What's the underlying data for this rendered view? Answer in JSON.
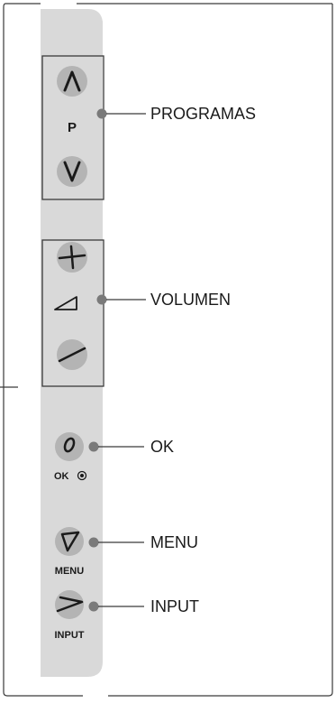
{
  "callouts": {
    "programas": "PROGRAMAS",
    "volumen": "VOLUMEN",
    "ok": "OK",
    "menu": "MENU",
    "input": "INPUT"
  },
  "panel_labels": {
    "program": "P",
    "ok_caption": "OK",
    "menu_caption": "MENU",
    "input_caption": "INPUT"
  },
  "colors": {
    "panel": "#d9d9d9",
    "button": "#b4b4b4",
    "dot": "#7a7a7a",
    "line": "#3a3a3a",
    "text": "#1a1a1a"
  }
}
